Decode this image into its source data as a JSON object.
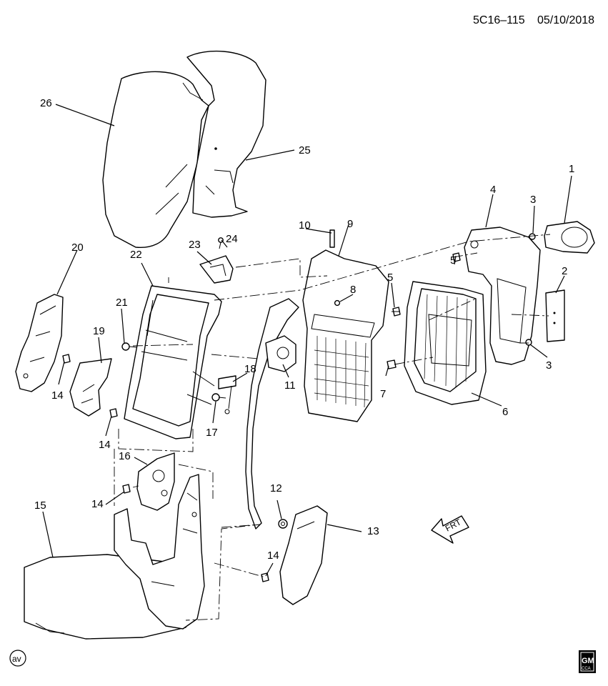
{
  "diagram_id": "5C16–115",
  "date": "05/10/2018",
  "corner_mark": "av",
  "logo": {
    "top": "GM",
    "bottom": "CCA"
  },
  "front_arrow": "FRT",
  "callouts": [
    "1",
    "2",
    "3",
    "3",
    "4",
    "5",
    "5",
    "6",
    "7",
    "8",
    "9",
    "10",
    "11",
    "12",
    "13",
    "14",
    "14",
    "14",
    "14",
    "15",
    "16",
    "17",
    "18",
    "19",
    "20",
    "21",
    "22",
    "23",
    "24",
    "25",
    "26"
  ]
}
